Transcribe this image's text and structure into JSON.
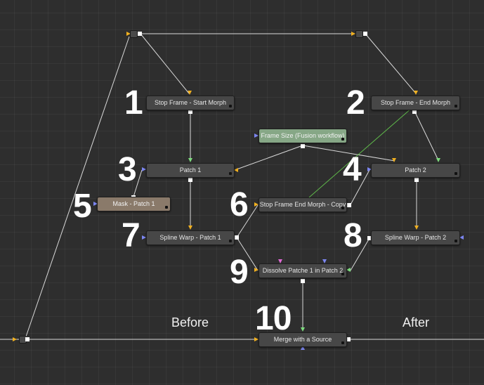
{
  "nodes": {
    "start_morph": "Stop Frame - Start Morph",
    "end_morph": "Stop Frame - End Morph",
    "frame_size": "Frame Size (Fusion workflow)",
    "patch1": "Patch 1",
    "patch2": "Patch 2",
    "mask_patch1": "Mask - Patch 1",
    "end_morph_copy": "Stop Frame End Morph - Copy",
    "spline_warp1": "Spline Warp - Patch 1",
    "spline_warp2": "Spline Warp - Patch 2",
    "dissolve": "Dissolve Patche 1 in Patch 2",
    "merge": "Merge with a Source"
  },
  "step_numbers": [
    "1",
    "2",
    "3",
    "4",
    "5",
    "6",
    "7",
    "8",
    "9",
    "10"
  ],
  "section_labels": {
    "before": "Before",
    "after": "After"
  },
  "colors": {
    "background": "#2e2e2e",
    "node": "#474747",
    "frame_size_node": "#86a786",
    "mask_node": "#8a7a6a",
    "link": "#d9d9d9",
    "mask_link": "#7cc25e",
    "input_yellow": "#f0b020",
    "input_green": "#7ddc7d",
    "input_blue": "#7c86f0",
    "input_pink": "#e06ad6"
  }
}
